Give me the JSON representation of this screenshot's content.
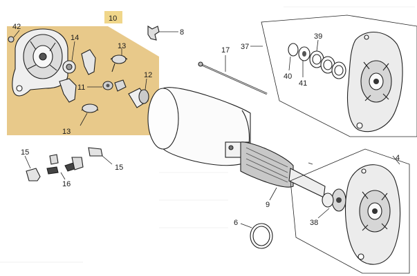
{
  "diagram": {
    "colors": {
      "panel": "#e8c98a",
      "tag": "#f0d68a",
      "ink": "#1e1e1e",
      "metal_light": "#f3f3f3",
      "metal_mid": "#d4d4d4",
      "metal_dark": "#8a8a8a"
    },
    "labels": {
      "n10": "10",
      "n42": "42",
      "n14": "14",
      "n13a": "13",
      "n11": "11",
      "n12": "12",
      "n13b": "13",
      "n8": "8",
      "n17": "17",
      "n37": "37",
      "n39": "39",
      "n40": "40",
      "n41": "41",
      "n15a": "15",
      "n15b": "15",
      "n16": "16",
      "n9": "9",
      "n4": "4",
      "n38": "38",
      "n6": "6"
    },
    "parts": [
      "commutator-end-bracket-kit",
      "brush-spring",
      "brush-holder",
      "field-coil-housing",
      "through-bolt",
      "thrust-washers",
      "armature",
      "drive-end-bracket",
      "sealing-ring"
    ]
  }
}
